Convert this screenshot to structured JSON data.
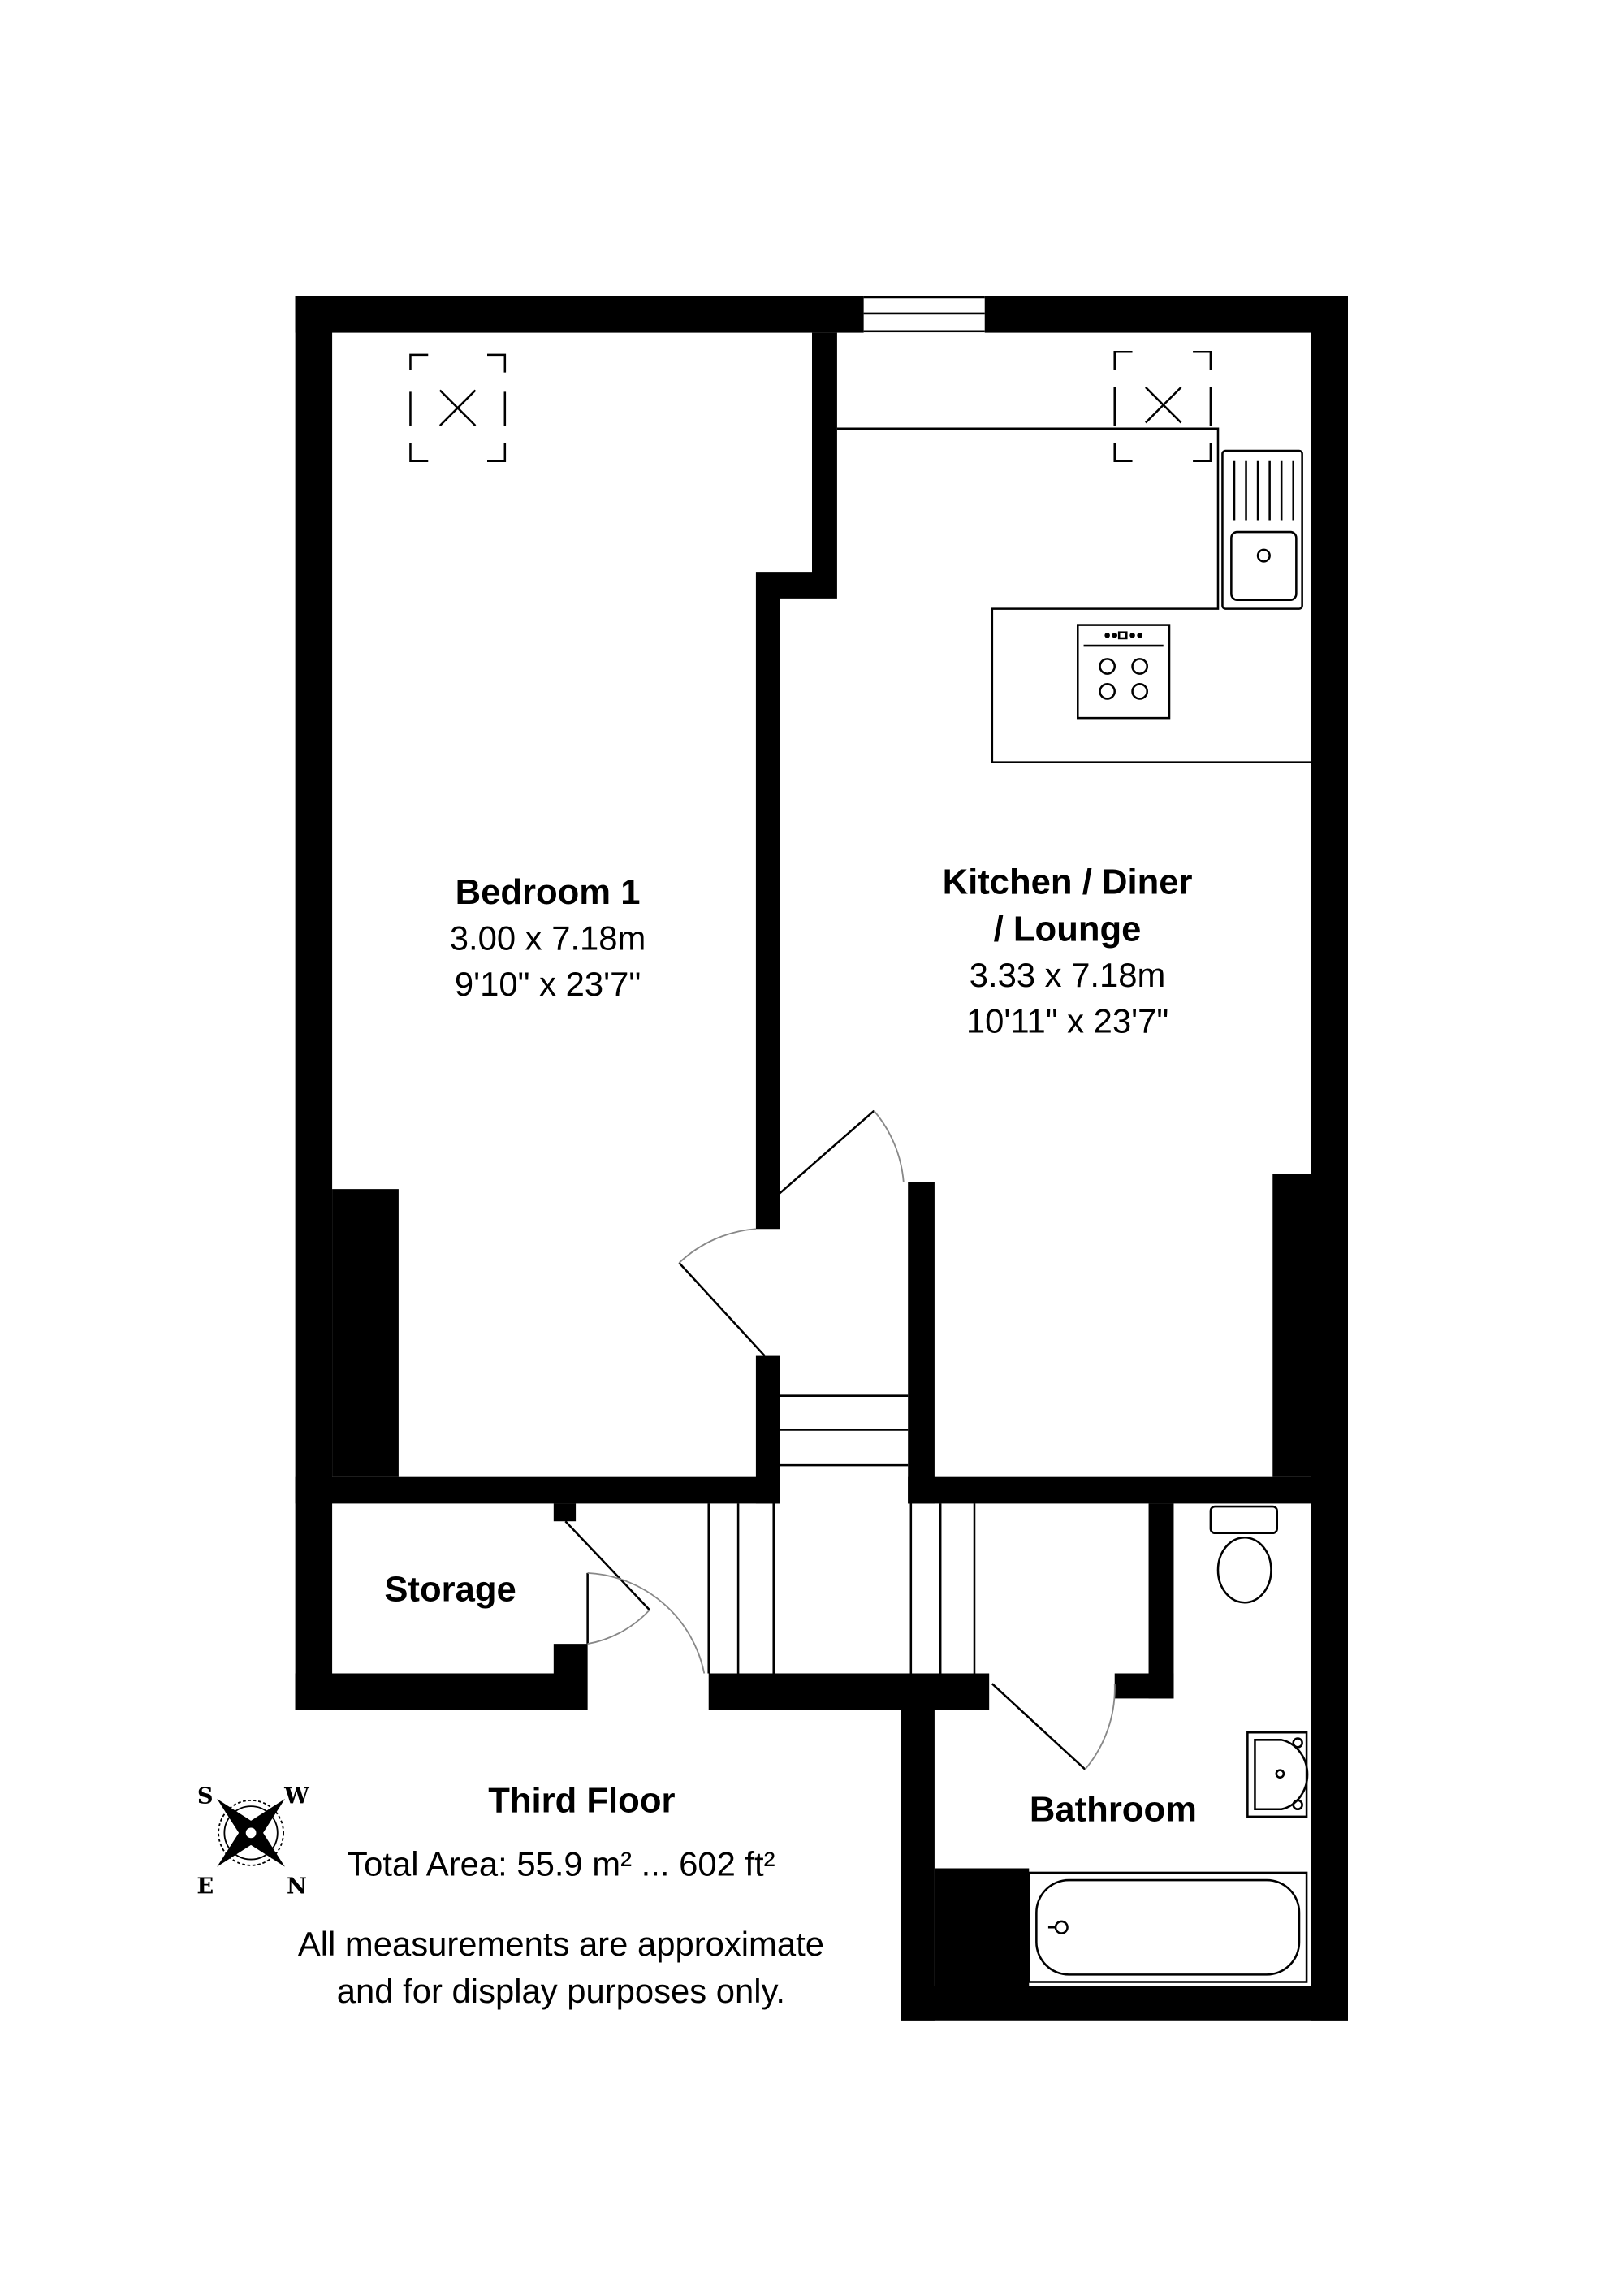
{
  "floor_title": "Third Floor",
  "total_area": "Total Area: 55.9 m² ... 602 ft²",
  "disclaimer": [
    "All measurements are approximate",
    "and for display purposes only."
  ],
  "rooms": {
    "bedroom": {
      "name": "Bedroom 1",
      "metric": "3.00 x 7.18m",
      "imperial": "9'10\" x 23'7\""
    },
    "kitchen": {
      "name_line1": "Kitchen / Diner",
      "name_line2": "/ Lounge",
      "metric": "3.33 x 7.18m",
      "imperial": "10'11\" x 23'7\""
    },
    "storage": {
      "name": "Storage"
    },
    "bathroom": {
      "name": "Bathroom"
    }
  },
  "compass": {
    "s": "S",
    "w": "W",
    "e": "E",
    "n": "N"
  },
  "colors": {
    "wall": "#000000",
    "background": "#ffffff"
  }
}
